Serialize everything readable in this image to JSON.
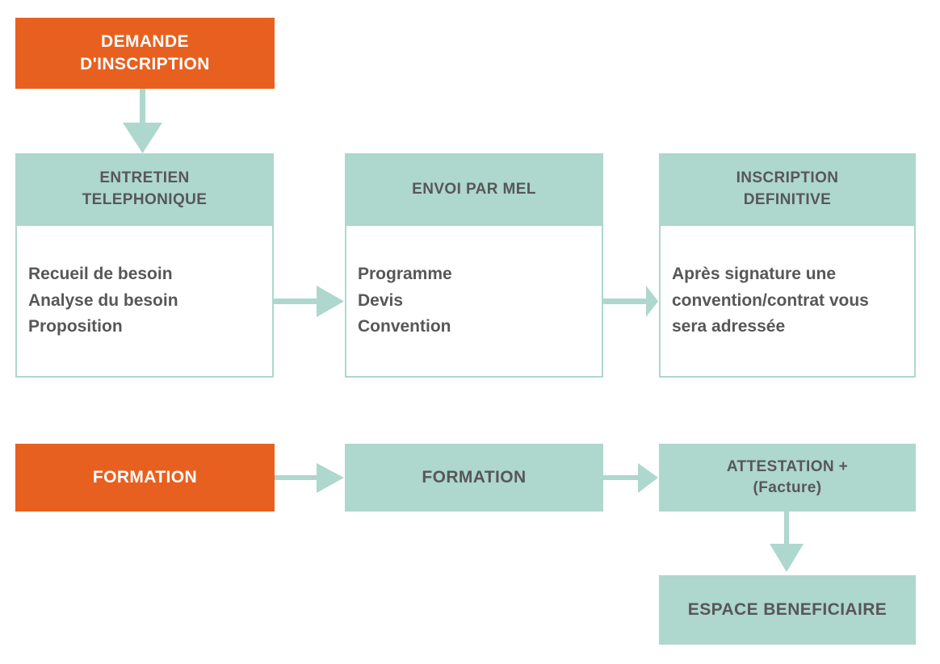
{
  "diagram": {
    "title_text_color": "#575757",
    "accent_orange": "#e8601f",
    "accent_teal": "#aed7ce",
    "background": "#ffffff"
  },
  "nodes": {
    "demande_inscription": {
      "label_line1": "DEMANDE",
      "label_line2": "D'INSCRIPTION",
      "color": "#e8601f"
    },
    "entretien_telephonique": {
      "header_line1": "ENTRETIEN",
      "header_line2": "TELEPHONIQUE",
      "body_line1": "Recueil de besoin",
      "body_line2": "Analyse du besoin",
      "body_line3": "Proposition"
    },
    "envoi_par_mel": {
      "header_line1": "ENVOI PAR MEL",
      "header_line2": "",
      "body_line1": "Programme",
      "body_line2": "Devis",
      "body_line3": "Convention"
    },
    "inscription_definitive": {
      "header_line1": "INSCRIPTION",
      "header_line2": "DEFINITIVE",
      "body_text": "Après signature une convention/contrat vous sera adressée"
    },
    "formation_orange": {
      "label": "FORMATION",
      "color": "#e8601f"
    },
    "formation_teal": {
      "label": "FORMATION",
      "color": "#aed7ce"
    },
    "attestation": {
      "label_line1": "ATTESTATION +",
      "label_line2": "(Facture)",
      "color": "#aed7ce"
    },
    "espace_beneficiaire": {
      "label": "ESPACE BENEFICIAIRE",
      "color": "#aed7ce"
    }
  },
  "arrows": [
    {
      "name": "arrow-demande-to-entretien",
      "direction": "down"
    },
    {
      "name": "arrow-entretien-to-envoi",
      "direction": "right"
    },
    {
      "name": "arrow-envoi-to-inscription",
      "direction": "right"
    },
    {
      "name": "arrow-formation-orange-to-formation-teal",
      "direction": "right"
    },
    {
      "name": "arrow-formation-teal-to-attestation",
      "direction": "right"
    },
    {
      "name": "arrow-attestation-to-espace",
      "direction": "down"
    }
  ]
}
